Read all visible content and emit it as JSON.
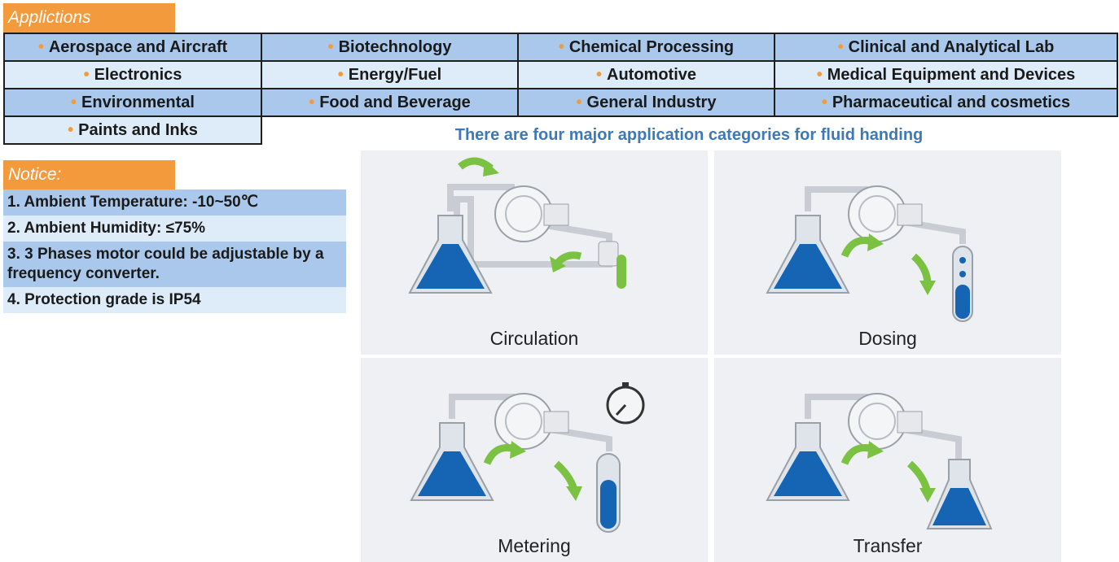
{
  "applications": {
    "header": "Applictions",
    "rows": [
      [
        "Aerospace and Aircraft",
        "Biotechnology",
        "Chemical Processing",
        "Clinical and Analytical Lab"
      ],
      [
        "Electronics",
        "Energy/Fuel",
        "Automotive",
        "Medical Equipment and Devices"
      ],
      [
        "Environmental",
        "Food and Beverage",
        "General Industry",
        "Pharmaceutical and cosmetics"
      ],
      [
        "Paints and Inks"
      ]
    ]
  },
  "notice": {
    "header": "Notice:",
    "items": [
      "1. Ambient Temperature: -10~50℃",
      "2. Ambient Humidity: ≤75%",
      "3. 3 Phases motor could be adjustable by a frequency converter.",
      "4. Protection grade is IP54"
    ]
  },
  "figure": {
    "caption": "There are four major application categories for fluid handing",
    "panels": [
      "Circulation",
      "Dosing",
      "Metering",
      "Transfer"
    ]
  },
  "colors": {
    "accent_orange": "#f39a3c",
    "row_dark": "#a9c8ec",
    "row_light": "#deebf8",
    "caption_blue": "#3e79b6",
    "liquid_blue": "#1565b4",
    "arrow_green": "#7cc242"
  }
}
